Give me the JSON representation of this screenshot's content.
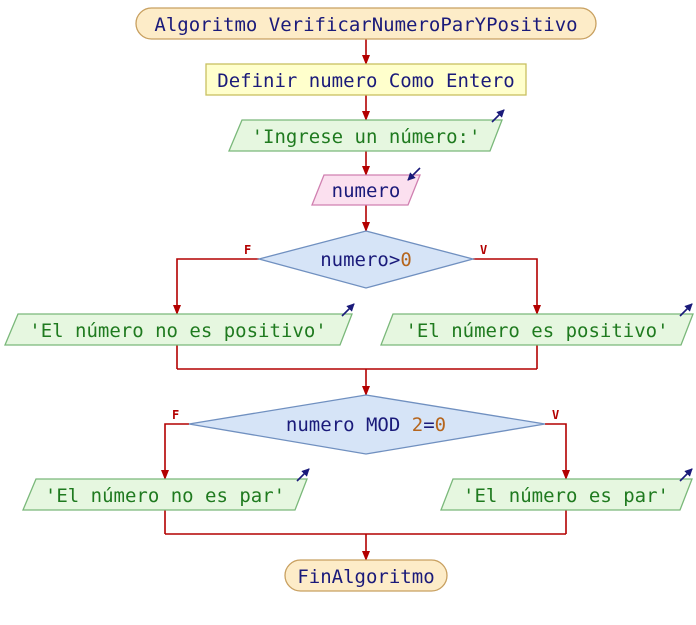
{
  "flowchart": {
    "start": "Algoritmo VerificarNumeroParYPositivo",
    "define": "Definir numero Como Entero",
    "prompt": "'Ingrese un número:'",
    "read_var": "numero",
    "cond1": {
      "var": "numero",
      "op": ">",
      "val": "0"
    },
    "cond1_false_label": "F",
    "cond1_true_label": "V",
    "out_not_positive": "'El número no es positivo'",
    "out_positive": "'El número es positivo'",
    "cond2": {
      "var": "numero MOD ",
      "val": "2",
      "op": "=",
      "val2": "0"
    },
    "cond2_false_label": "F",
    "cond2_true_label": "V",
    "out_not_even": "'El número no es par'",
    "out_even": "'El número es par'",
    "end": "FinAlgoritmo"
  },
  "colors": {
    "flow_line": "#b30000",
    "terminal_fill": "#fdecc8",
    "process_fill": "#ffffcc",
    "output_fill": "#e6f7e0",
    "input_fill": "#fbe0ef",
    "decision_fill": "#d6e4f7",
    "keyword_text": "#1a1a7a",
    "string_text": "#1f7a1f",
    "number_text": "#b5651d"
  }
}
